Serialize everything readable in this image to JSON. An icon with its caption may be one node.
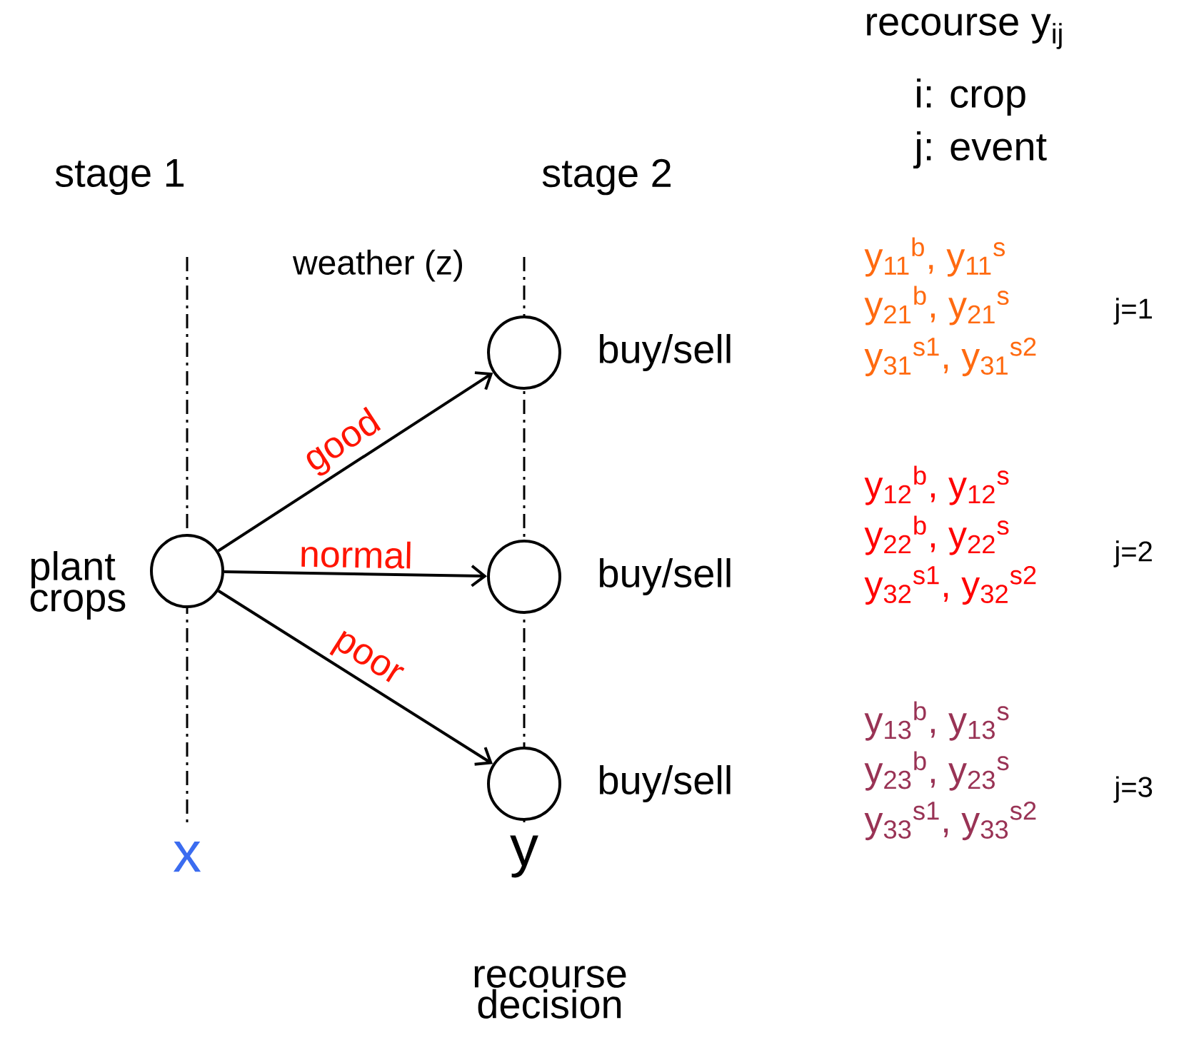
{
  "diagram": {
    "nodes": [
      {
        "text": [],
        "shape": "circle",
        "beside": [
          "plant crops"
        ]
      },
      {
        "text": [],
        "shape": "circle",
        "beside": [
          "buy/sell"
        ]
      },
      {
        "text": [],
        "shape": "circle",
        "beside": [
          "buy/sell"
        ]
      },
      {
        "text": [],
        "shape": "circle",
        "beside": [
          "buy/sell"
        ]
      }
    ],
    "edges": [
      {
        "from": 0,
        "to": 1,
        "arrow": "to",
        "label": "good"
      },
      {
        "from": 0,
        "to": 2,
        "arrow": "to",
        "label": "normal"
      },
      {
        "from": 0,
        "to": 3,
        "arrow": "to",
        "label": "poor"
      }
    ],
    "labels": [
      "recourse y$_{ij}$",
      "i: crop",
      "j: event",
      "stage 1",
      "stage 2",
      "weather (z)",
      "y$_{11}$$^{b}$, y$_{11}$$^{s}$",
      "y$_{21}$$^{b}$, y$_{21}$$^{s}$",
      "j=1",
      "y$_{31}$$^{s1}$, y$_{31}$$^{s2}$",
      "y$_{12}$$^{b}$, y$_{12}$$^{s}$",
      "y$_{22}$$^{b}$, y$_{22}$$^{s}$",
      "j=2",
      "y$_{32}$$^{s1}$, y$_{32}$$^{s2}$",
      "y$_{13}$$^{b}$, y$_{13}$$^{s}$",
      "y$_{23}$$^{b}$, y$_{23}$$^{s}$",
      "j=3",
      "y$_{33}$$^{s1}$, y$_{33}$$^{s2}$",
      "x",
      "y",
      "recourse decision"
    ]
  }
}
